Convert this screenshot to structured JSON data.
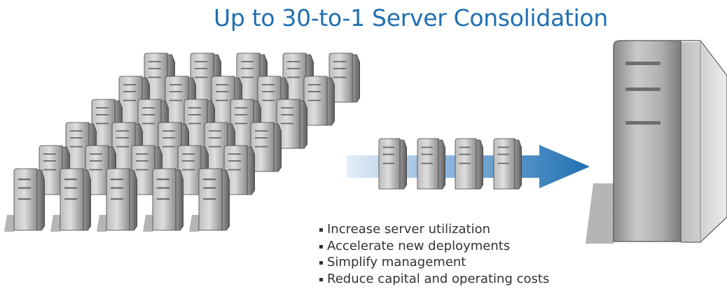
{
  "title": "Up to 30-to-1 Server Consolidation",
  "bullets": [
    "Increase server utilization",
    "Accelerate new deployments",
    "Simplify management",
    "Reduce capital and operating costs"
  ],
  "colors": {
    "title": "#1f6fb2",
    "arrow_start": "#e4eef8",
    "arrow_end": "#1f6fb2",
    "server_light": "#cfcfcf",
    "server_dark": "#7a7a7a",
    "shadow": "#b5b5b5"
  }
}
